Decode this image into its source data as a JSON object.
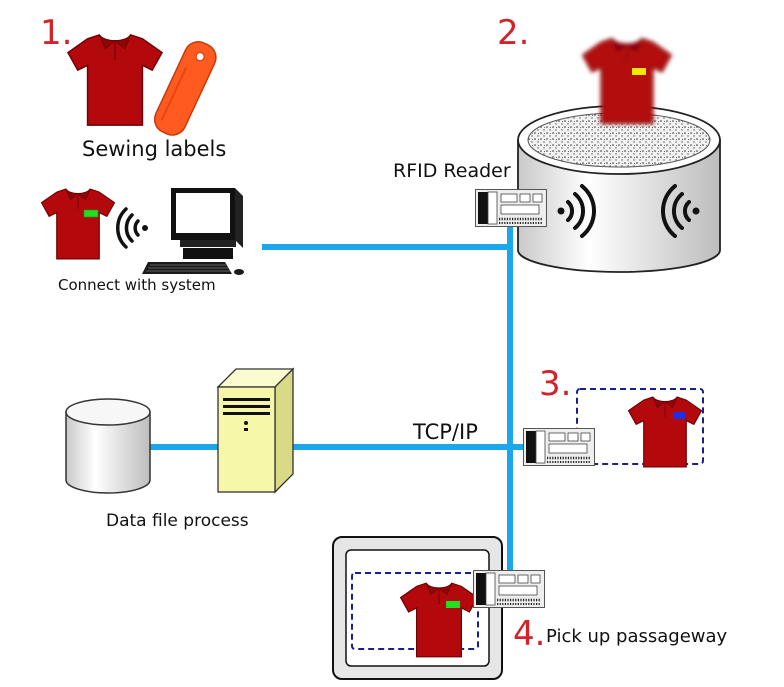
{
  "steps": {
    "step1": {
      "number": "1.",
      "label": "Sewing labels"
    },
    "step2": {
      "number": "2."
    },
    "step3": {
      "number": "3."
    },
    "step4": {
      "number": "4.",
      "label": "Pick up passageway"
    }
  },
  "labels": {
    "connect": "Connect with system",
    "rfid_reader": "RFID Reader",
    "tcp_ip": "TCP/IP",
    "data_file": "Data file process"
  },
  "colors": {
    "network_line": "#1ba7ea",
    "shirt": "#b3080c",
    "step_number": "#d2232a",
    "tag_orange": "#ff5a1f",
    "tag_green": "#22dd22",
    "tag_yellow": "#f5e60a",
    "tag_blue": "#1f2ee8",
    "server": "#f6f7a8",
    "dashed_border": "#1a1f8a"
  },
  "icons": [
    "polo-shirt-icon",
    "rfid-tag-icon",
    "wireless-signal-icon",
    "computer-icon",
    "rfid-reader-icon",
    "database-icon",
    "server-icon"
  ]
}
